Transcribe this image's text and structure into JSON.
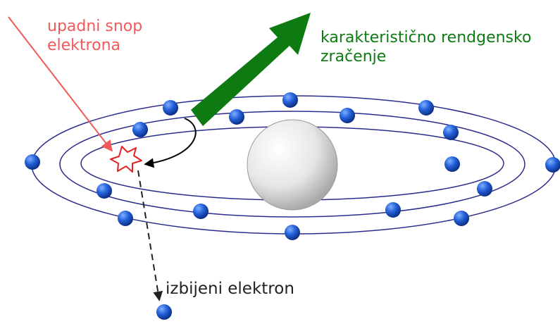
{
  "labels": {
    "incident_beam": "upadni snop elektrona",
    "characteristic_xray": "karakteristično rendgensko zračenje",
    "ejected_electron": "izbijeni elektron"
  },
  "colors": {
    "incident": "#f05a5a",
    "xray": "#0e7a12",
    "ejected": "#222222",
    "orbit": "#2b2b8c",
    "electron": "#1f5fd6",
    "nucleus": "#e8e8e8",
    "transition_arrow": "#000000",
    "vacancy_star": "#e22222"
  },
  "icons": {
    "nucleus": "sphere-shape",
    "electron": "circle-shape",
    "vacancy": "burst-star-shape"
  }
}
